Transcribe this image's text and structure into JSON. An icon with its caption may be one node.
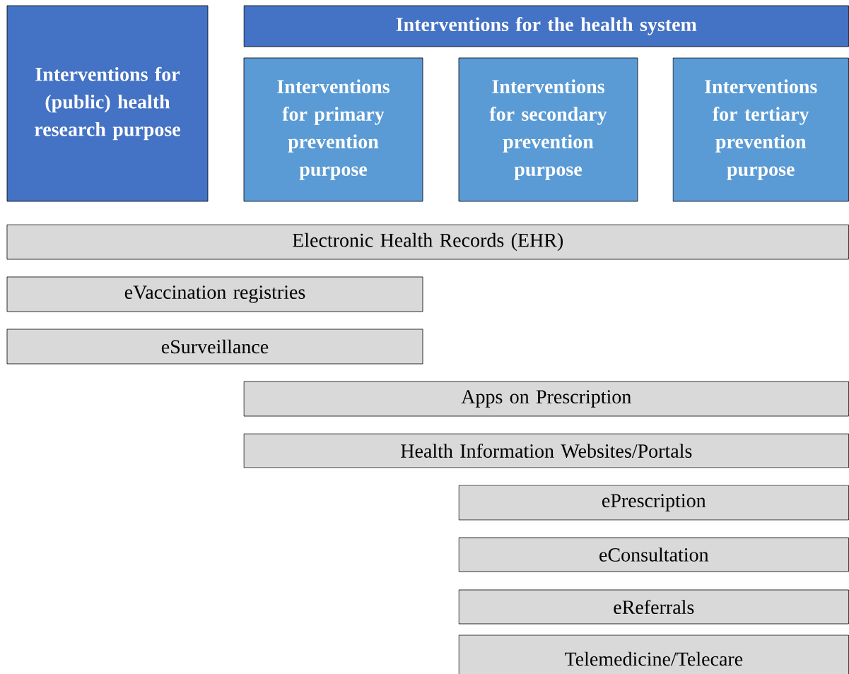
{
  "diagram": {
    "nodes": [
      {
        "text": [
          "Interventions for (public) health research purpose"
        ]
      },
      {
        "text": [
          "Interventions for the health system"
        ]
      },
      {
        "text": [
          "Interventions for primary prevention purpose"
        ]
      },
      {
        "text": [
          "Interventions for secondary prevention purpose"
        ]
      },
      {
        "text": [
          "Interventions for tertiary prevention purpose"
        ]
      },
      {
        "text": [
          "Electronic Health Records (EHR)"
        ]
      },
      {
        "text": [
          "eVaccination registries"
        ]
      },
      {
        "text": [
          "eSurveillance"
        ]
      },
      {
        "text": [
          "Apps on Prescription"
        ]
      },
      {
        "text": [
          "Health Information Websites/Portals"
        ]
      },
      {
        "text": [
          "ePrescription"
        ]
      },
      {
        "text": [
          "eConsultation"
        ]
      },
      {
        "text": [
          "eReferrals"
        ]
      },
      {
        "text": [
          "Telemedicine/Telecare"
        ]
      }
    ]
  }
}
